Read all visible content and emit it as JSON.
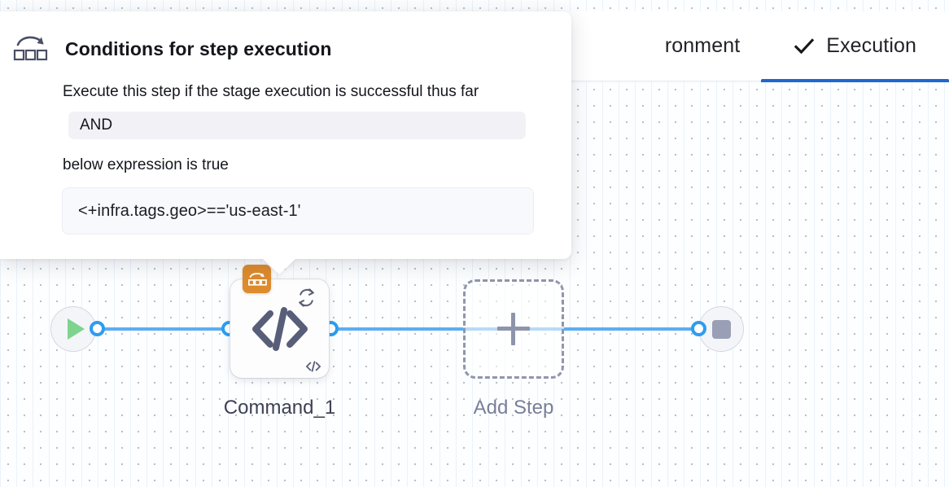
{
  "header": {
    "tabs": [
      {
        "label": "ronment",
        "icon": "",
        "active": false,
        "clipped": true
      },
      {
        "label": "Execution",
        "icon": "check-icon",
        "active": true,
        "clipped": false
      }
    ],
    "active_tab_accent": "#1d68cf"
  },
  "popover": {
    "icon": "conditional-execution-icon",
    "title": "Conditions for step execution",
    "description": "Execute this step if the stage execution is successful thus far",
    "operator": "AND",
    "condition_label": "below expression is true",
    "expression": "<+infra.tags.geo>=='us-east-1'"
  },
  "graph": {
    "start_node": {
      "name": "start",
      "icon": "play-icon",
      "color": "#7ed48e"
    },
    "end_node": {
      "name": "end",
      "icon": "stop-icon",
      "color": "#9a9fb6"
    },
    "step": {
      "label": "Command_1",
      "type_icon": "code-icon",
      "loop_icon": "retry-loop-icon",
      "mini_icon": "code-icon-small",
      "condition_badge_icon": "conditional-execution-icon",
      "condition_badge_color": "#dd8b2c"
    },
    "add_step": {
      "label": "Add Step",
      "icon": "plus-icon"
    },
    "edge_color": "#5dadf0",
    "port_color": "#2e9cf0"
  }
}
